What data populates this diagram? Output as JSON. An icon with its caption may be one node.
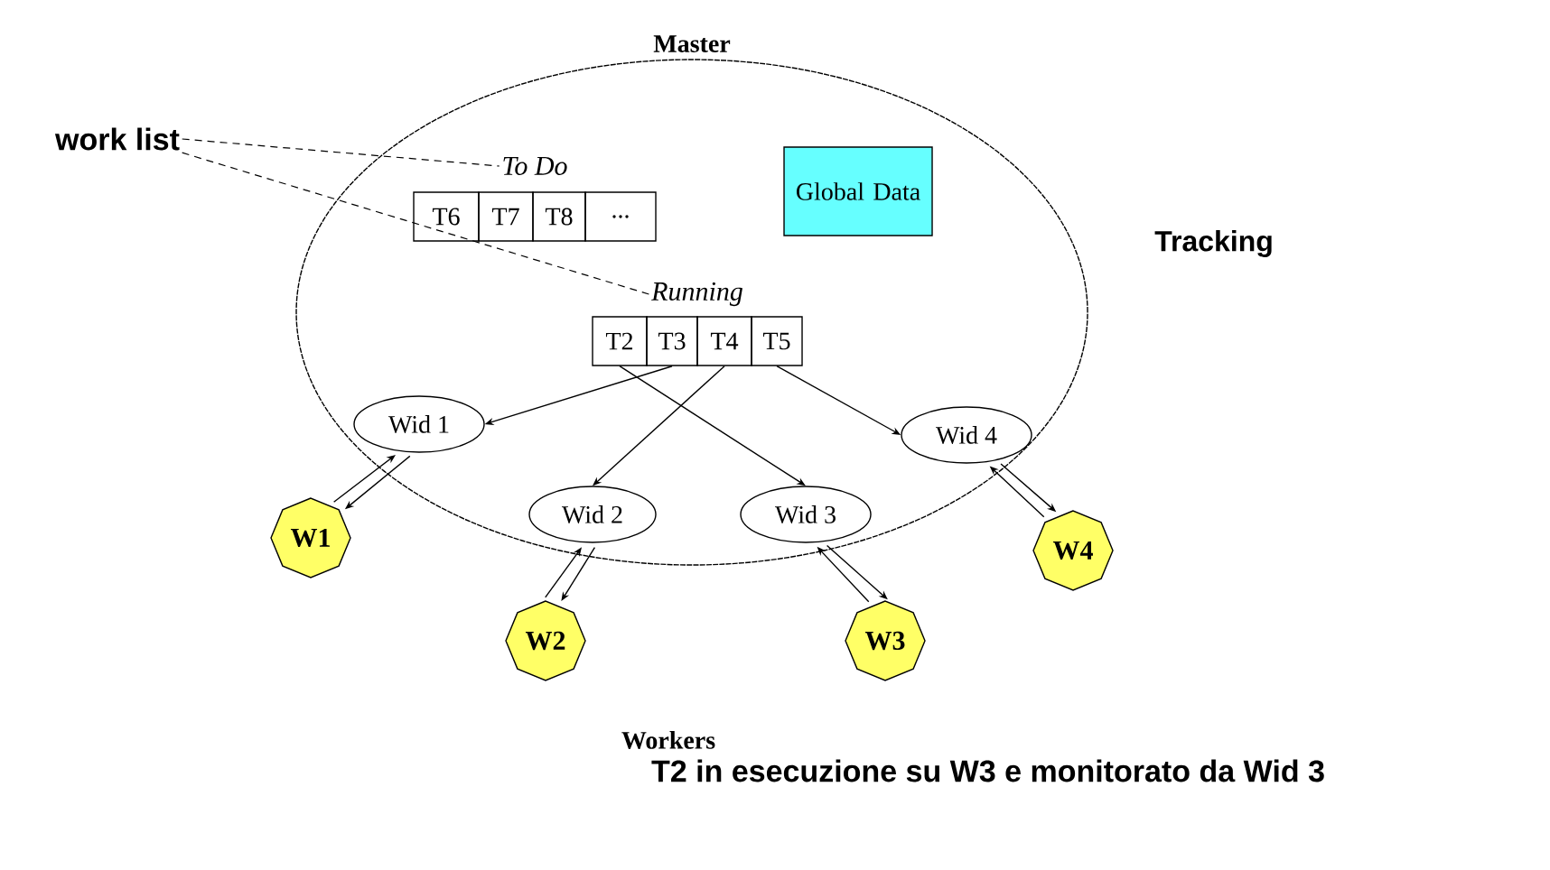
{
  "diagram": {
    "caption": "T2 in esecuzione su W3 e monitorato da Wid 3",
    "nodes": [
      {
        "text": [
          "Master"
        ]
      },
      {
        "text": [
          "work list"
        ]
      },
      {
        "text": [
          "To Do"
        ],
        "in": 0
      },
      {
        "text": [
          "T6"
        ],
        "in": 0
      },
      {
        "text": [
          "T7"
        ],
        "in": 0
      },
      {
        "text": [
          "T8"
        ],
        "in": 0
      },
      {
        "text": [
          "..."
        ],
        "in": 0
      },
      {
        "text": [
          "Global Data"
        ],
        "in": 0
      },
      {
        "text": [
          "Running"
        ],
        "in": 0
      },
      {
        "text": [
          "T2"
        ],
        "in": 0
      },
      {
        "text": [
          "T3"
        ],
        "in": 0
      },
      {
        "text": [
          "T4"
        ],
        "in": 0
      },
      {
        "text": [
          "T5"
        ],
        "in": 0
      },
      {
        "text": [
          "Wid 1"
        ],
        "in": 0
      },
      {
        "text": [
          "Wid 2"
        ],
        "in": 0
      },
      {
        "text": [
          "Wid 3"
        ],
        "in": 0
      },
      {
        "text": [
          "Wid 4"
        ],
        "in": 0
      },
      {
        "text": [
          "W1"
        ]
      },
      {
        "text": [
          "W2"
        ]
      },
      {
        "text": [
          "W3"
        ]
      },
      {
        "text": [
          "W4"
        ]
      }
    ],
    "edges": [
      {
        "from": 1,
        "to": 2,
        "arrow": "none",
        "style": "dashed"
      },
      {
        "from": 1,
        "to": 8,
        "arrow": "none",
        "style": "dashed"
      },
      {
        "from": 10,
        "to": 13,
        "arrow": "to"
      },
      {
        "from": 11,
        "to": 14,
        "arrow": "to"
      },
      {
        "from": 9,
        "to": 15,
        "arrow": "to"
      },
      {
        "from": 12,
        "to": 16,
        "arrow": "to"
      },
      {
        "from": 17,
        "to": 13,
        "arrow": "to"
      },
      {
        "from": 13,
        "to": 17,
        "arrow": "to"
      },
      {
        "from": 18,
        "to": 14,
        "arrow": "to"
      },
      {
        "from": 14,
        "to": 18,
        "arrow": "to"
      },
      {
        "from": 19,
        "to": 15,
        "arrow": "to"
      },
      {
        "from": 15,
        "to": 19,
        "arrow": "to"
      },
      {
        "from": 20,
        "to": 16,
        "arrow": "to"
      },
      {
        "from": 16,
        "to": 20,
        "arrow": "to"
      }
    ],
    "labels": [
      "Tracking",
      "Workers"
    ]
  }
}
